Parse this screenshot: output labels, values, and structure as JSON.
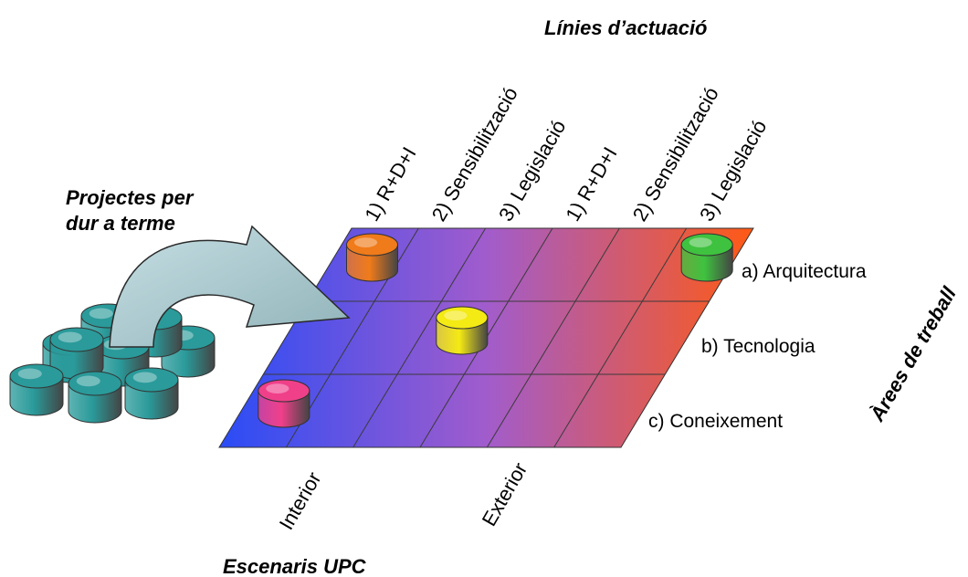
{
  "titles": {
    "top": "Línies d’actuació",
    "bottom": "Escenaris UPC",
    "right": "Àrees de treball",
    "left_line1": "Projectes per",
    "left_line2": "dur a terme"
  },
  "columns": [
    "1) R+D+I",
    "2) Sensibilització",
    "3) Legislació",
    "1) R+D+I",
    "2) Sensibilització",
    "3) Legislació"
  ],
  "rows": [
    "a) Arquitectura",
    "b) Tecnologia",
    "c) Coneixement"
  ],
  "scenarios": [
    "Interior",
    "Exterior"
  ],
  "projects": [
    {
      "name": "orange-project",
      "row": 0,
      "col": 0,
      "color": "#f07b1a"
    },
    {
      "name": "green-project",
      "row": 0,
      "col": 5,
      "color": "#3fc23f"
    },
    {
      "name": "yellow-project",
      "row": 1,
      "col": 2,
      "color": "#f4ea14"
    },
    {
      "name": "pink-project",
      "row": 2,
      "col": 0,
      "color": "#f0408a"
    }
  ],
  "colors": {
    "plane_left": "#2a4cf6",
    "plane_mid": "#a15ccc",
    "plane_right": "#ff5a14",
    "stack_cylinder": "#2a9a9a",
    "arrow": "#8fb2b8"
  }
}
